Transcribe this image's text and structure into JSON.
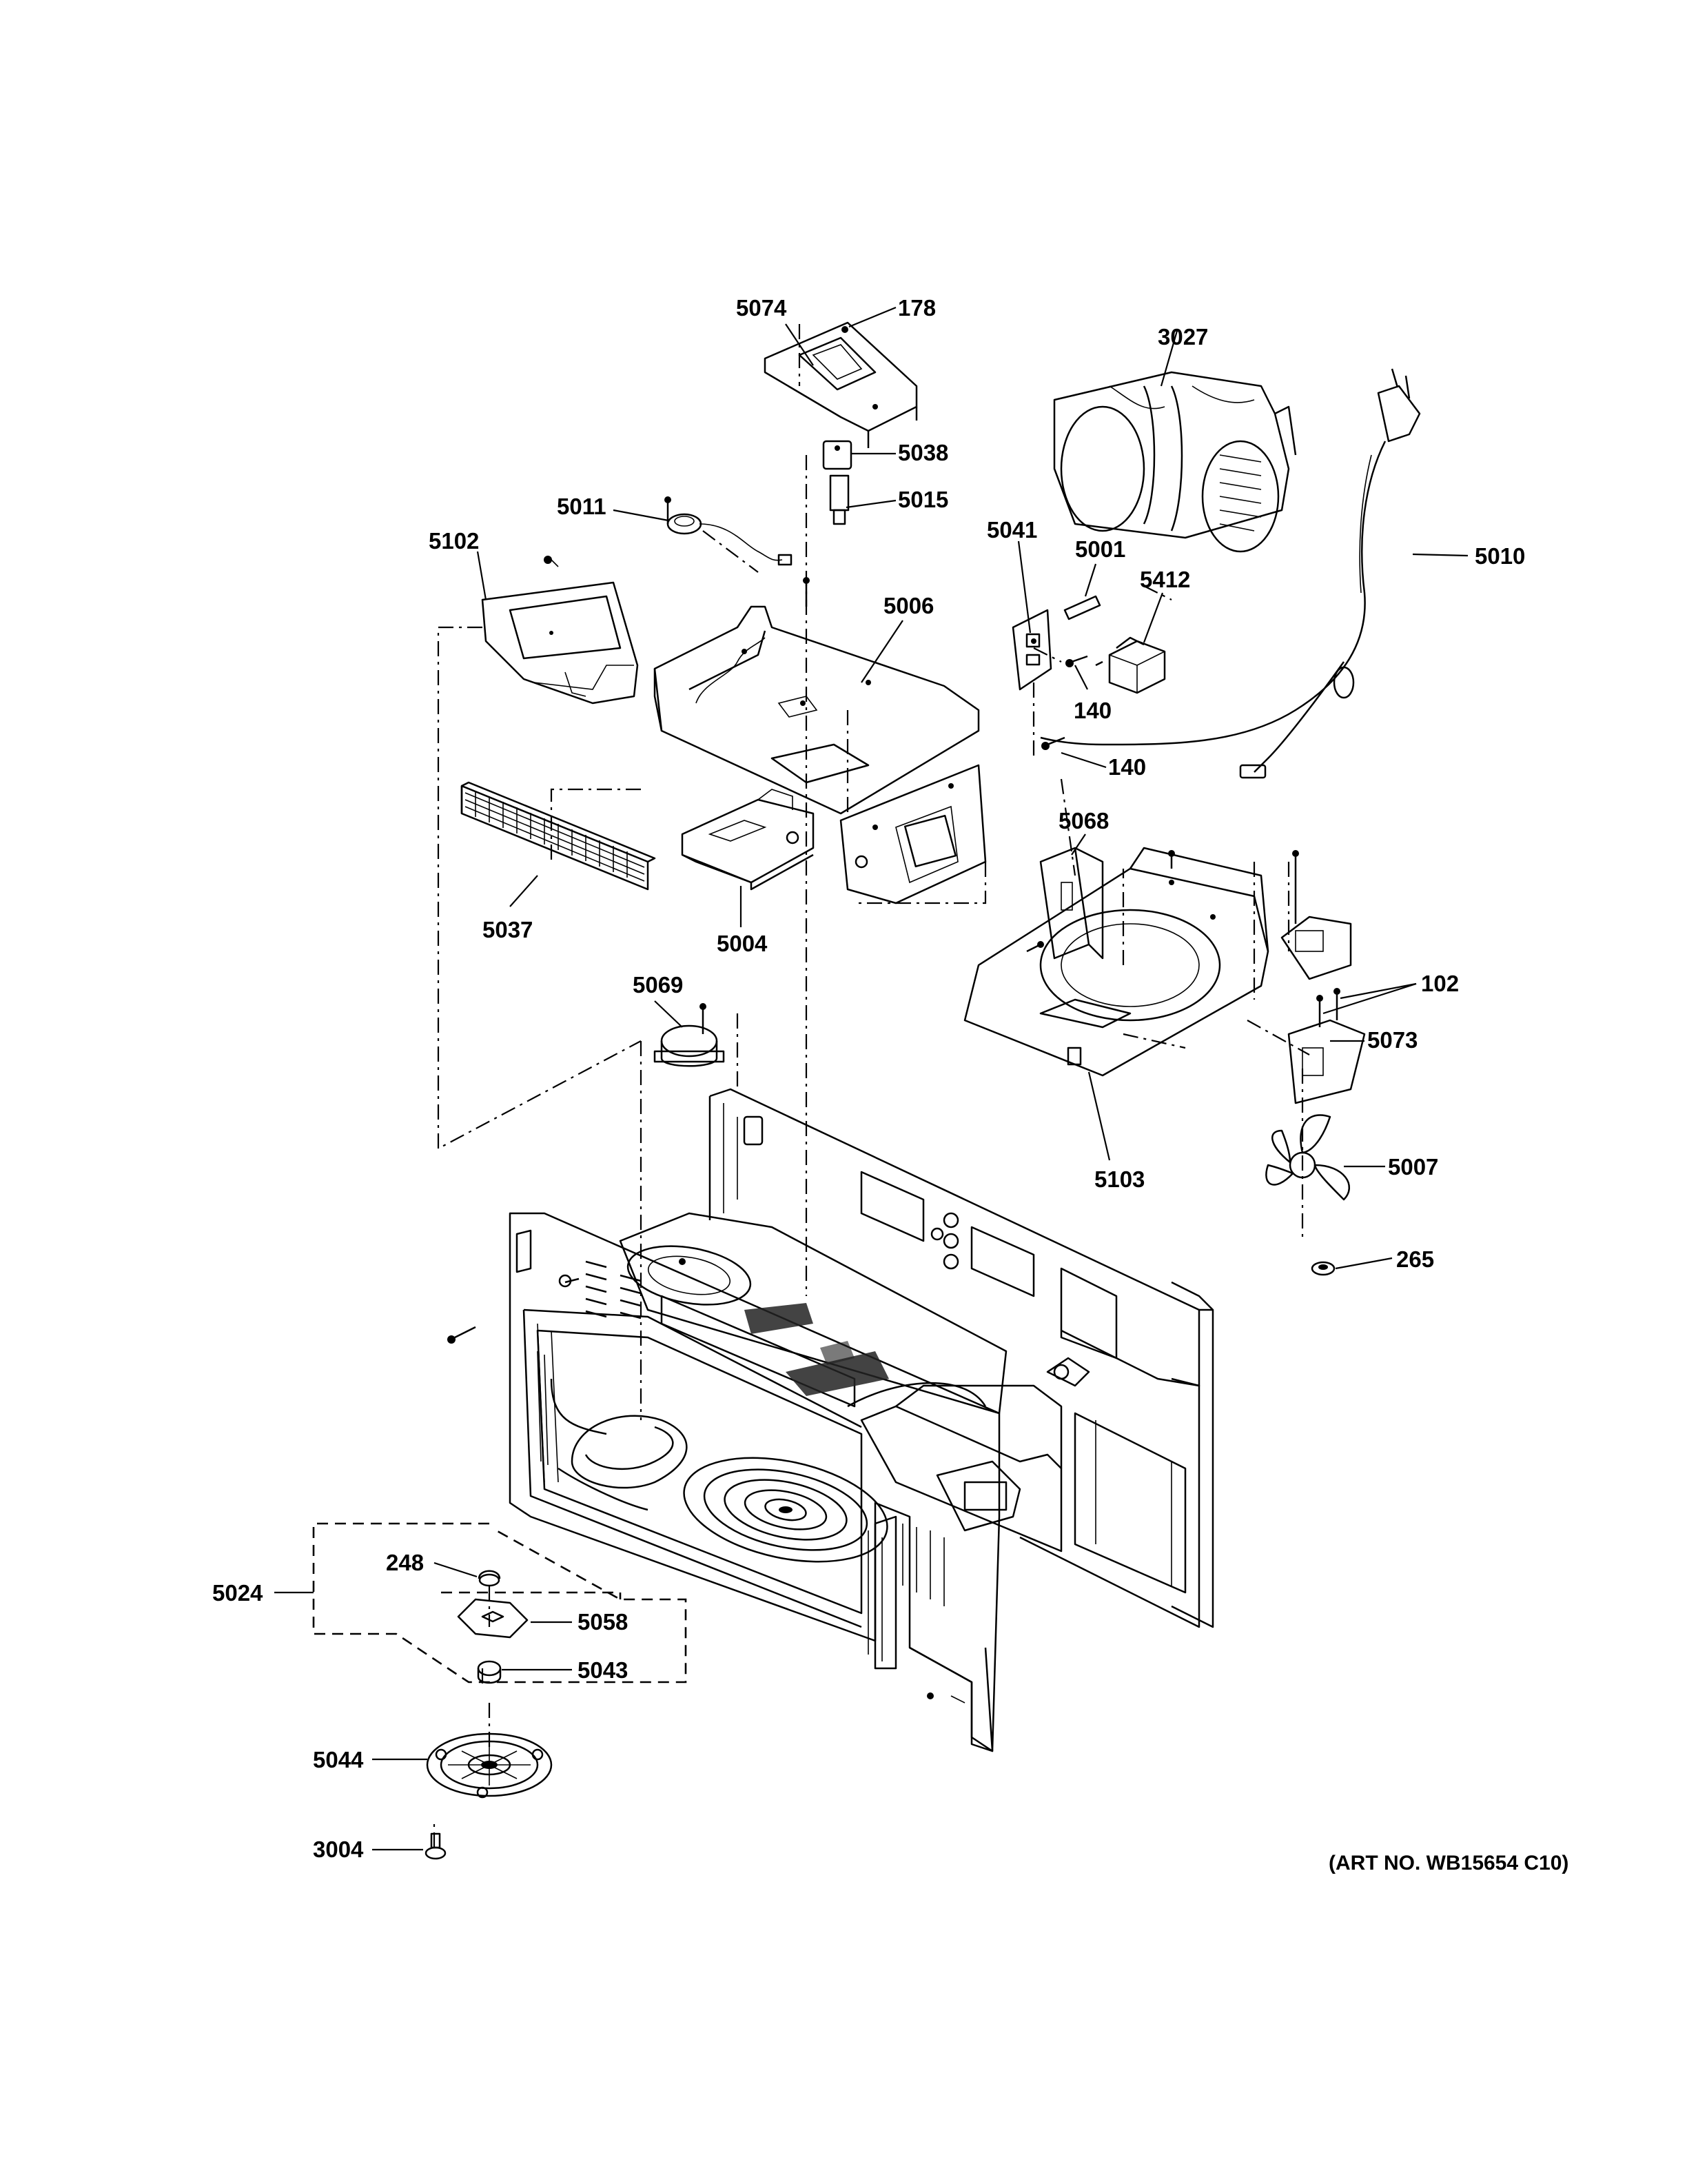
{
  "art_number": "(ART NO. WB15654 C10)",
  "callouts": [
    {
      "id": "c5074",
      "label": "5074"
    },
    {
      "id": "c178",
      "label": "178"
    },
    {
      "id": "c3027",
      "label": "3027"
    },
    {
      "id": "c5038",
      "label": "5038"
    },
    {
      "id": "c5015",
      "label": "5015"
    },
    {
      "id": "c5011",
      "label": "5011"
    },
    {
      "id": "c5102",
      "label": "5102"
    },
    {
      "id": "c5041",
      "label": "5041"
    },
    {
      "id": "c5001",
      "label": "5001"
    },
    {
      "id": "c5010",
      "label": "5010"
    },
    {
      "id": "c5412",
      "label": "5412"
    },
    {
      "id": "c5006",
      "label": "5006"
    },
    {
      "id": "c140a",
      "label": "140"
    },
    {
      "id": "c140b",
      "label": "140"
    },
    {
      "id": "c5068",
      "label": "5068"
    },
    {
      "id": "c5037",
      "label": "5037"
    },
    {
      "id": "c5004",
      "label": "5004"
    },
    {
      "id": "c102",
      "label": "102"
    },
    {
      "id": "c5069",
      "label": "5069"
    },
    {
      "id": "c5073",
      "label": "5073"
    },
    {
      "id": "c5007",
      "label": "5007"
    },
    {
      "id": "c5103",
      "label": "5103"
    },
    {
      "id": "c265",
      "label": "265"
    },
    {
      "id": "c248",
      "label": "248"
    },
    {
      "id": "c5024",
      "label": "5024"
    },
    {
      "id": "c5058",
      "label": "5058"
    },
    {
      "id": "c5043",
      "label": "5043"
    },
    {
      "id": "c5044",
      "label": "5044"
    },
    {
      "id": "c3004",
      "label": "3004"
    }
  ]
}
